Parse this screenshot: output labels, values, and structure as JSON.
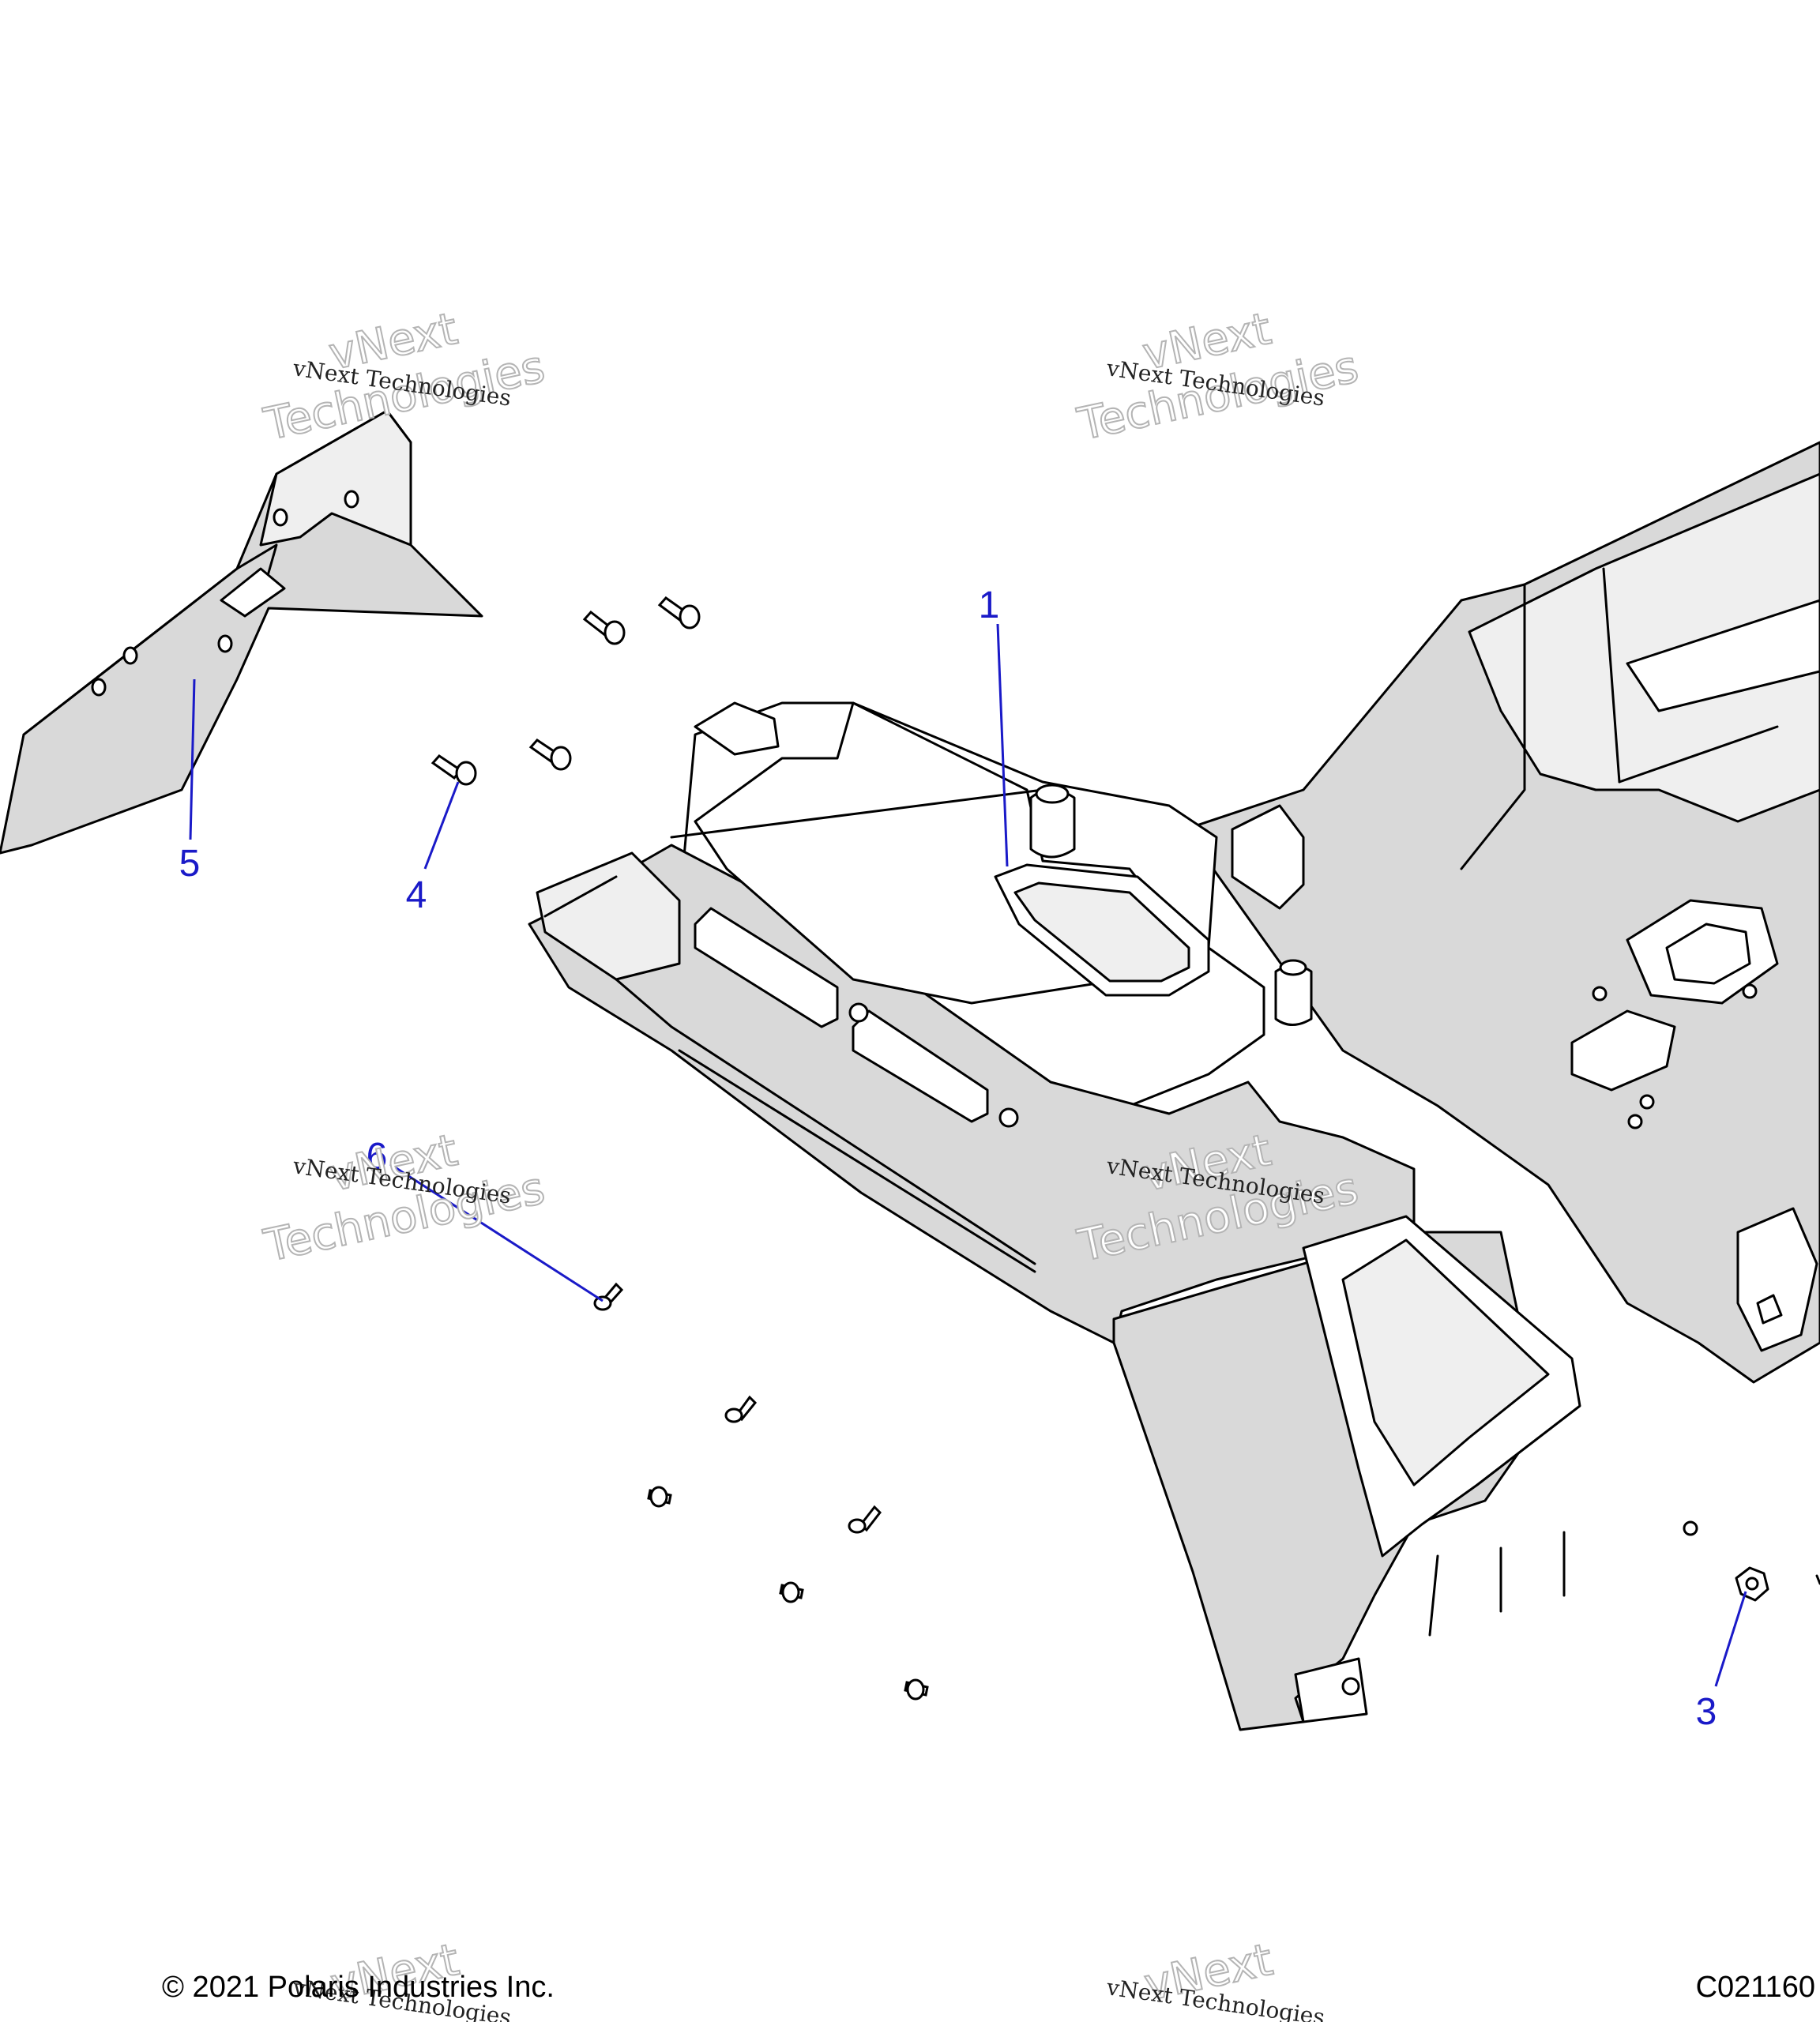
{
  "callouts": [
    {
      "id": "1",
      "label": "1"
    },
    {
      "id": "3",
      "label": "3"
    },
    {
      "id": "4",
      "label": "4"
    },
    {
      "id": "5",
      "label": "5"
    },
    {
      "id": "6",
      "label": "6"
    }
  ],
  "watermark": {
    "small": "vNext Technologies",
    "big_line1": "vNext",
    "big_line2": "Technologies"
  },
  "footer": {
    "copyright": "© 2021 Polaris Industries Inc.",
    "figure_code": "C021160"
  },
  "colors": {
    "callout": "#1a1ac8",
    "part_fill": "#d9d9d9",
    "line": "#000000"
  }
}
